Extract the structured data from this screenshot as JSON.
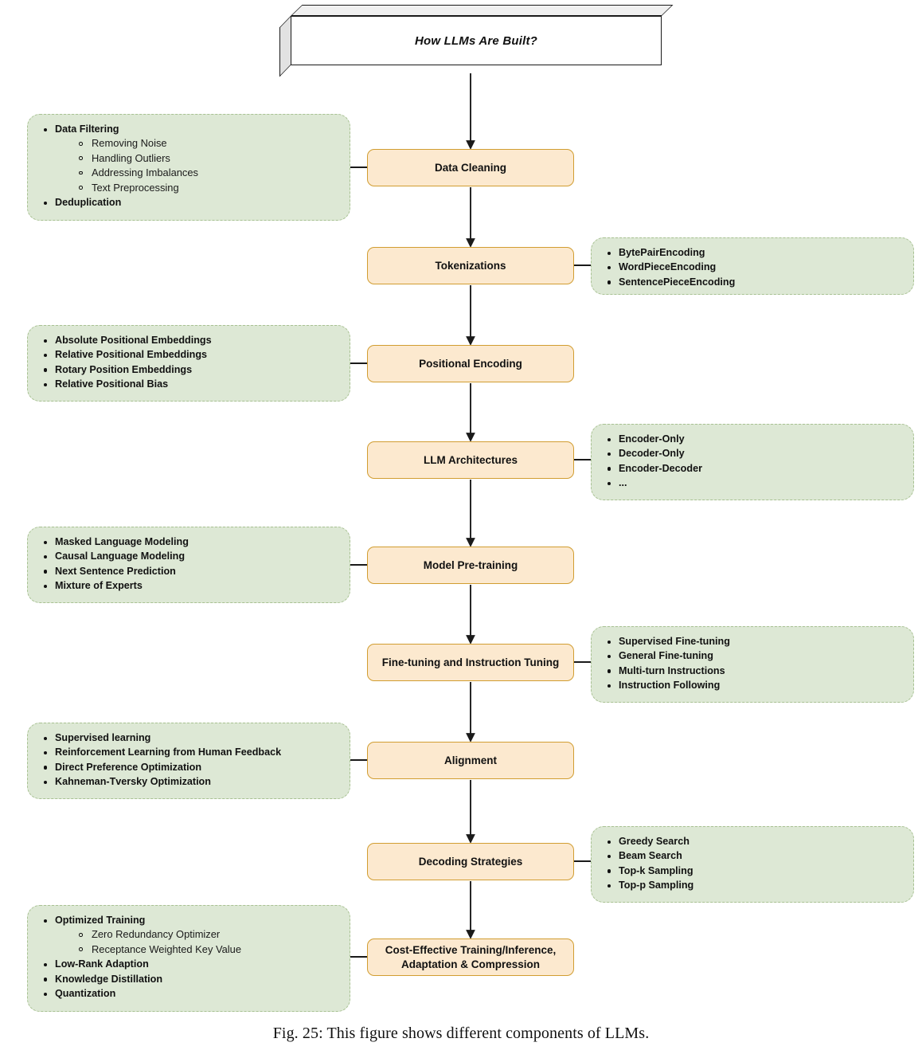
{
  "figure": {
    "title_box": {
      "label": "How LLMs Are Built?"
    },
    "caption": "Fig. 25: This figure shows different components of LLMs."
  },
  "theme": {
    "stage_fill": "#fce9cf",
    "stage_border": "#d19d31",
    "detail_fill": "#dde8d5",
    "detail_border": "#a8c192",
    "connector": "#1a1a1a",
    "text": "#111111",
    "page_background": "#ffffff"
  },
  "stages": [
    {
      "id": "data-cleaning",
      "label": "Data Cleaning"
    },
    {
      "id": "tokenizations",
      "label": "Tokenizations"
    },
    {
      "id": "positional-encoding",
      "label": "Positional Encoding"
    },
    {
      "id": "llm-architectures",
      "label": "LLM Architectures"
    },
    {
      "id": "model-pre-training",
      "label": "Model Pre-training"
    },
    {
      "id": "fine-tuning",
      "label": "Fine-tuning and Instruction Tuning"
    },
    {
      "id": "alignment",
      "label": "Alignment"
    },
    {
      "id": "decoding-strategies",
      "label": "Decoding Strategies"
    },
    {
      "id": "cost-effective",
      "label": "Cost-Effective Training/Inference, Adaptation & Compression"
    }
  ],
  "details": {
    "data_cleaning": {
      "side": "left",
      "items": [
        {
          "level": 1,
          "text": "Data Filtering"
        },
        {
          "level": 2,
          "text": "Removing Noise"
        },
        {
          "level": 2,
          "text": "Handling Outliers"
        },
        {
          "level": 2,
          "text": "Addressing Imbalances"
        },
        {
          "level": 2,
          "text": "Text Preprocessing"
        },
        {
          "level": 1,
          "text": "Deduplication"
        }
      ]
    },
    "tokenizations": {
      "side": "right",
      "items": [
        {
          "level": 1,
          "text": "BytePairEncoding"
        },
        {
          "level": 1,
          "text": "WordPieceEncoding"
        },
        {
          "level": 1,
          "text": "SentencePieceEncoding"
        }
      ]
    },
    "positional_encoding": {
      "side": "left",
      "items": [
        {
          "level": 1,
          "text": "Absolute Positional Embeddings"
        },
        {
          "level": 1,
          "text": "Relative Positional Embeddings"
        },
        {
          "level": 1,
          "text": "Rotary Position Embeddings"
        },
        {
          "level": 1,
          "text": "Relative Positional Bias"
        }
      ]
    },
    "llm_architectures": {
      "side": "right",
      "items": [
        {
          "level": 1,
          "text": "Encoder-Only"
        },
        {
          "level": 1,
          "text": "Decoder-Only"
        },
        {
          "level": 1,
          "text": "Encoder-Decoder"
        },
        {
          "level": 1,
          "text": "..."
        }
      ]
    },
    "model_pre_training": {
      "side": "left",
      "items": [
        {
          "level": 1,
          "text": "Masked Language Modeling"
        },
        {
          "level": 1,
          "text": "Causal Language Modeling"
        },
        {
          "level": 1,
          "text": "Next Sentence Prediction"
        },
        {
          "level": 1,
          "text": "Mixture of Experts"
        }
      ]
    },
    "fine_tuning": {
      "side": "right",
      "items": [
        {
          "level": 1,
          "text": "Supervised Fine-tuning"
        },
        {
          "level": 1,
          "text": "General Fine-tuning"
        },
        {
          "level": 1,
          "text": "Multi-turn Instructions"
        },
        {
          "level": 1,
          "text": "Instruction Following"
        }
      ]
    },
    "alignment": {
      "side": "left",
      "items": [
        {
          "level": 1,
          "text": "Supervised learning"
        },
        {
          "level": 1,
          "text": "Reinforcement Learning from Human Feedback"
        },
        {
          "level": 1,
          "text": "Direct Preference Optimization"
        },
        {
          "level": 1,
          "text": "Kahneman-Tversky Optimization"
        }
      ]
    },
    "decoding_strategies": {
      "side": "right",
      "items": [
        {
          "level": 1,
          "text": "Greedy Search"
        },
        {
          "level": 1,
          "text": "Beam Search"
        },
        {
          "level": 1,
          "text": "Top-k Sampling"
        },
        {
          "level": 1,
          "text": "Top-p Sampling"
        }
      ]
    },
    "cost_effective": {
      "side": "left",
      "items": [
        {
          "level": 1,
          "text": "Optimized Training"
        },
        {
          "level": 2,
          "text": "Zero Redundancy Optimizer"
        },
        {
          "level": 2,
          "text": "Receptance Weighted Key Value"
        },
        {
          "level": 1,
          "text": "Low-Rank Adaption"
        },
        {
          "level": 1,
          "text": "Knowledge Distillation"
        },
        {
          "level": 1,
          "text": "Quantization"
        }
      ]
    }
  }
}
